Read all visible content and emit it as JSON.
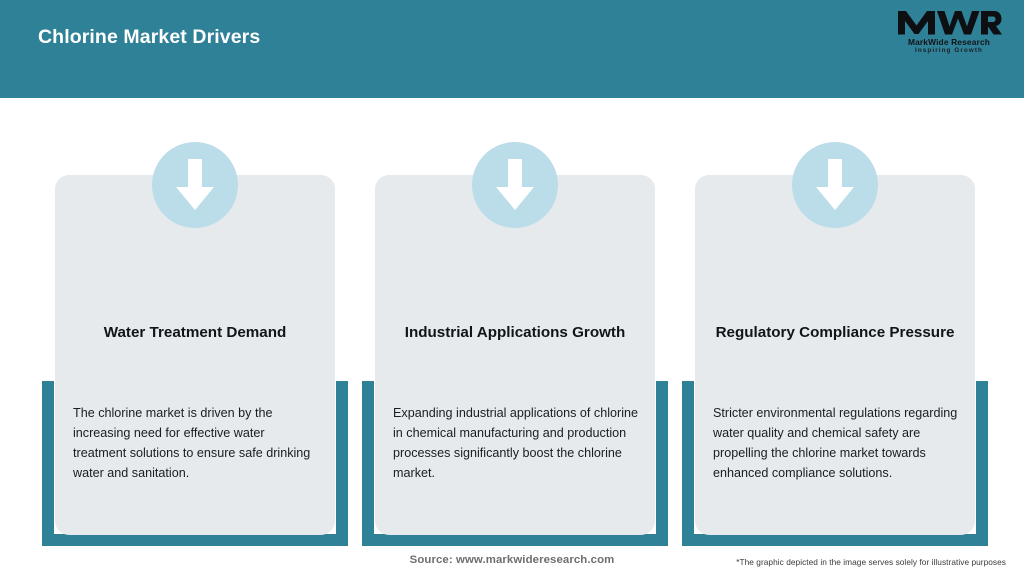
{
  "header": {
    "title": "Chlorine Market Drivers",
    "background_color": "#2E8196",
    "title_color": "#FFFFFF"
  },
  "logo": {
    "monogram": "MWR",
    "name": "MarkWide Research",
    "tagline": "Inspiring Growth"
  },
  "theme": {
    "accent": "#2E8196",
    "card_bg": "#E6EAEC",
    "circle_bg": "#BBDCE9",
    "arrow_color": "#FFFFFF"
  },
  "cards": [
    {
      "icon": "arrow-down-icon",
      "title": "Water Treatment Demand",
      "body": "The chlorine market is driven by the increasing need for effective water treatment solutions to ensure safe drinking water and sanitation."
    },
    {
      "icon": "arrow-down-icon",
      "title": "Industrial Applications Growth",
      "body": "Expanding industrial applications of chlorine in chemical manufacturing and production processes significantly boost the chlorine market."
    },
    {
      "icon": "arrow-down-icon",
      "title": "Regulatory Compliance Pressure",
      "body": "Stricter environmental regulations regarding water quality and chemical safety are propelling the chlorine market towards enhanced compliance solutions."
    }
  ],
  "footer": {
    "source": "Source: www.markwideresearch.com",
    "disclaimer": "*The graphic depicted in the image serves solely for illustrative purposes"
  }
}
